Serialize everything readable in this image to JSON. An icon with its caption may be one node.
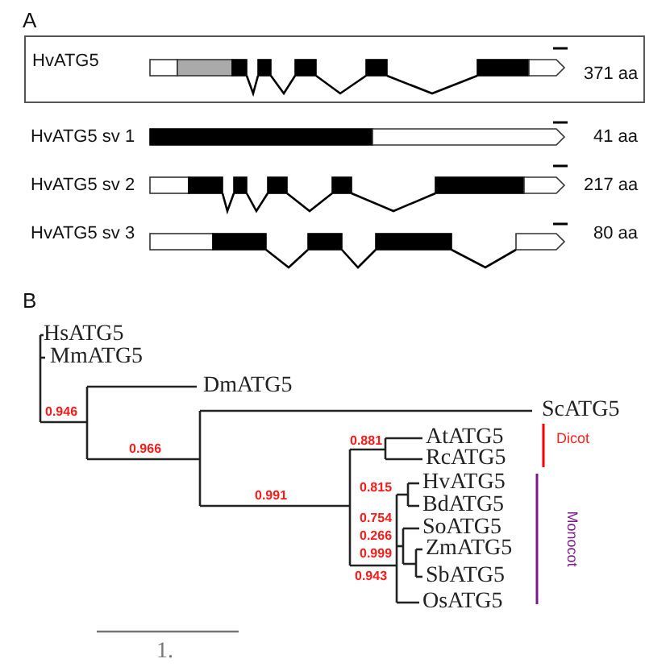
{
  "diagram": {
    "nodes": [
      {
        "text": [
          "HvATG5",
          "371 aa"
        ]
      }
    ],
    "labels": [
      "A",
      "HvATG5 sv 1",
      "41 aa",
      "HvATG5 sv 2",
      "217 aa",
      "HvATG5 sv 3",
      "80 aa",
      "B",
      "HsATG5",
      "MmATG5",
      "DmATG5",
      "ScATG5",
      "0.946",
      "0.966",
      "0.991",
      "0.881",
      "AtATG5",
      "RcATG5",
      "Dicot",
      "0.815",
      "HvATG5",
      "BdATG5",
      "0.754",
      "SoATG5",
      "0.266",
      "0.999",
      "ZmATG5",
      "0.943",
      "SbATG5",
      "OsATG5",
      "Monocot",
      "1."
    ]
  }
}
